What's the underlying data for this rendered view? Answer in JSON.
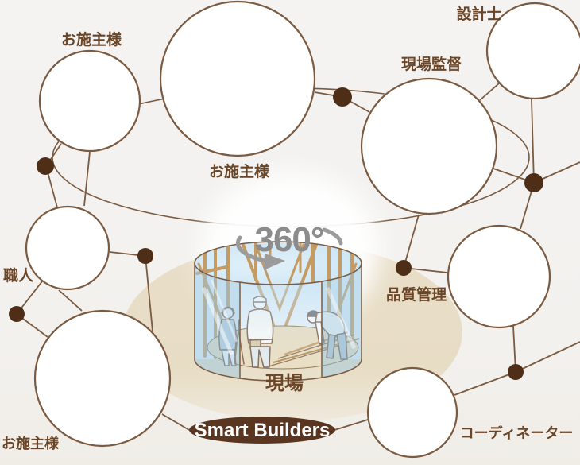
{
  "colors": {
    "bg": "#f4f3f1",
    "line": "#7a5a40",
    "node": "#4f2e18",
    "label": "#6a4527",
    "badge_bg": "#5a3620",
    "badge_text": "#ffffff",
    "rotation_gray": "#8c8c8c",
    "ground": "#e7ddc6",
    "glass": "#aecfe6",
    "wood": "#c49b63"
  },
  "center": {
    "rotation_label": "360°",
    "site_label": "現場",
    "brand_label": "Smart Builders"
  },
  "roles": [
    {
      "id": "client-family",
      "label": "お施主様"
    },
    {
      "id": "client-couple",
      "label": "お施主様"
    },
    {
      "id": "architect",
      "label": "設計士"
    },
    {
      "id": "site-supervisor",
      "label": "現場監督"
    },
    {
      "id": "craftsman",
      "label": "職人"
    },
    {
      "id": "client-commuter",
      "label": "お施主様"
    },
    {
      "id": "quality-control",
      "label": "品質管理"
    },
    {
      "id": "coordinator",
      "label": "コーディネーター"
    }
  ]
}
